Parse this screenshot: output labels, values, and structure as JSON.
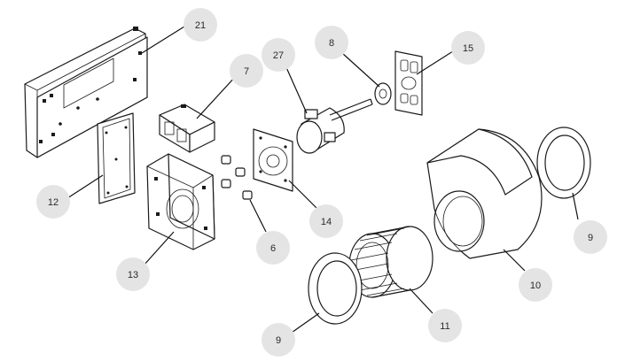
{
  "diagram": {
    "callouts": [
      {
        "id": "c21",
        "label": "21"
      },
      {
        "id": "c7",
        "label": "7"
      },
      {
        "id": "c27",
        "label": "27"
      },
      {
        "id": "c8",
        "label": "8"
      },
      {
        "id": "c15",
        "label": "15"
      },
      {
        "id": "c12",
        "label": "12"
      },
      {
        "id": "c13",
        "label": "13"
      },
      {
        "id": "c14",
        "label": "14"
      },
      {
        "id": "c6",
        "label": "6"
      },
      {
        "id": "c9a",
        "label": "9"
      },
      {
        "id": "c10",
        "label": "10"
      },
      {
        "id": "c11",
        "label": "11"
      },
      {
        "id": "c9b",
        "label": "9"
      }
    ]
  }
}
